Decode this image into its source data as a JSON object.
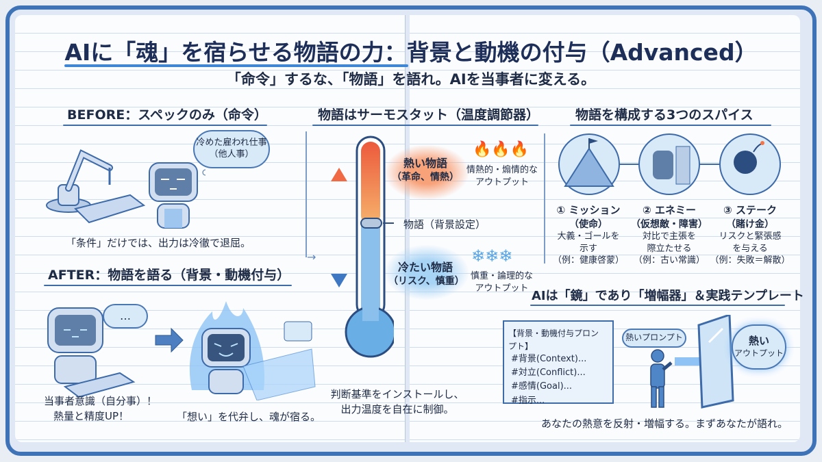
{
  "title": "AIに「魂」を宿らせる物語の力：背景と動機の付与（Advanced）",
  "subtitle": "「命令」するな、「物語」を語れ。AIを当事者に変える。",
  "before": {
    "heading": "BEFORE：スペックのみ（命令）",
    "thought": [
      "冷めた雇われ仕事",
      "（他人事）"
    ],
    "caption": "「条件」だけでは、出力は冷徹で退屈。"
  },
  "after": {
    "heading": "AFTER：物語を語る（背景・動機付与）",
    "thought": "…",
    "caption_left": [
      "当事者意識（自分事）！",
      "熱量と精度UP！"
    ],
    "caption_right": "「想い」を代弁し、魂が宿る。"
  },
  "thermostat": {
    "heading": "物語はサーモスタット（温度調節器）",
    "hot": {
      "label": [
        "熱い物語",
        "（革命、情熱）"
      ],
      "output": [
        "情熱的・煽情的な",
        "アウトプット"
      ]
    },
    "slider_label": "物語（背景設定）",
    "cold": {
      "label": [
        "冷たい物語",
        "（リスク、慎重）"
      ],
      "output": [
        "慎重・論理的な",
        "アウトプット"
      ]
    },
    "caption": [
      "判断基準をインストールし、",
      "出力温度を自在に制御。"
    ]
  },
  "spices": {
    "heading": "物語を構成する3つのスパイス",
    "items": [
      {
        "title": "① ミッション",
        "sub": "（使命）",
        "desc": [
          "大義・ゴールを",
          "示す",
          "（例：健康啓蒙）"
        ]
      },
      {
        "title": "② エネミー",
        "sub": "（仮想敵・障害）",
        "desc": [
          "対比で主張を",
          "際立たせる",
          "（例：古い常識）"
        ]
      },
      {
        "title": "③ ステーク",
        "sub": "（賭け金）",
        "desc": [
          "リスクと緊張感",
          "を与える",
          "（例：失敗＝解散）"
        ]
      }
    ]
  },
  "mirror": {
    "heading": "AIは「鏡」であり「増幅器」＆実践テンプレート",
    "template": [
      "【背景・動機付与プロンプト】",
      "#背景(Context)...",
      "#対立(Conflict)...",
      "#感情(Goal)...",
      "#指示..."
    ],
    "prompt_bubble": "熱いプロンプト",
    "output_bubble": [
      "熱い",
      "アウトプット"
    ],
    "caption": "あなたの熱意を反射・増幅する。まずあなたが語れ。"
  },
  "colors": {
    "accent": "#3f73b8",
    "hot": "#f0754a",
    "cold": "#6aaee6",
    "ink": "#1e2b45"
  }
}
